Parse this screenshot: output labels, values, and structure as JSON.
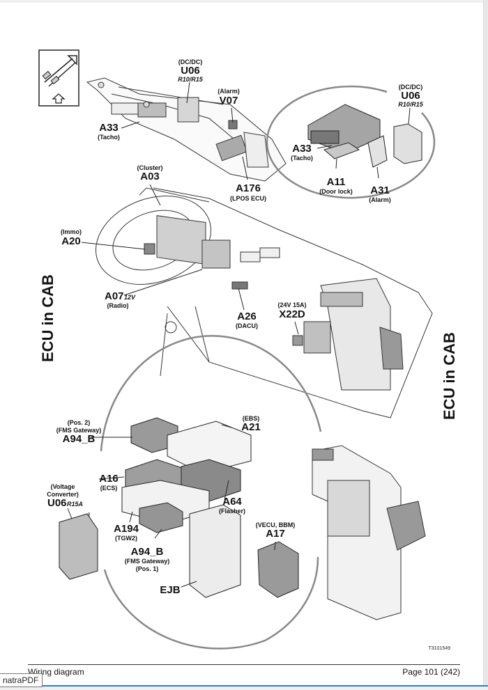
{
  "app": {
    "name_fragment": "natraPDF"
  },
  "document": {
    "side_title": "ECU in CAB",
    "figure_code": "T3101549",
    "footer": {
      "left": "Wiring diagram",
      "right": "Page 101 (242)"
    }
  },
  "labels": {
    "u06_top": {
      "note": "(DC/DC)",
      "id": "U06",
      "variant": "R10/R15"
    },
    "v07": {
      "note": "(Alarm)",
      "id": "V07"
    },
    "a33_top": {
      "id": "A33",
      "note": "(Tacho)"
    },
    "a176": {
      "id": "A176",
      "note": "(LPOS ECU)"
    },
    "u06_inset": {
      "note": "(DC/DC)",
      "id": "U06",
      "variant": "R10/R15"
    },
    "a33_inset": {
      "id": "A33",
      "note": "(Tacho)"
    },
    "a11": {
      "id": "A11",
      "note": "(Door lock)"
    },
    "a31": {
      "id": "A31",
      "note": "(Alarm)"
    },
    "a03": {
      "note": "(Cluster)",
      "id": "A03"
    },
    "a20": {
      "note": "(Immo)",
      "id": "A20"
    },
    "a07": {
      "id": "A07",
      "variant": "12V",
      "note": "(Radio)"
    },
    "a26": {
      "id": "A26",
      "note": "(DACU)"
    },
    "x22d": {
      "note": "(24V 15A)",
      "id": "X22D"
    },
    "a94b_pos2": {
      "note1": "(Pos. 2)",
      "note2": "(FMS Gateway)",
      "id": "A94_B"
    },
    "a21": {
      "note": "(EBS)",
      "id": "A21"
    },
    "a16": {
      "id": "A16",
      "note": "(ECS)"
    },
    "u06_bottom": {
      "note1": "(Voltage",
      "note2": "Converter)",
      "id": "U06",
      "variant": "R15A"
    },
    "a64": {
      "id": "A64",
      "note": "(Flasher)"
    },
    "a194": {
      "id": "A194",
      "note": "(TGW2)"
    },
    "a94b_pos1": {
      "id": "A94_B",
      "note1": "(FMS Gateway)",
      "note2": "(Pos. 1)"
    },
    "a17": {
      "note": "(VECU, BBM)",
      "id": "A17"
    },
    "ejb": {
      "id": "EJB"
    }
  }
}
